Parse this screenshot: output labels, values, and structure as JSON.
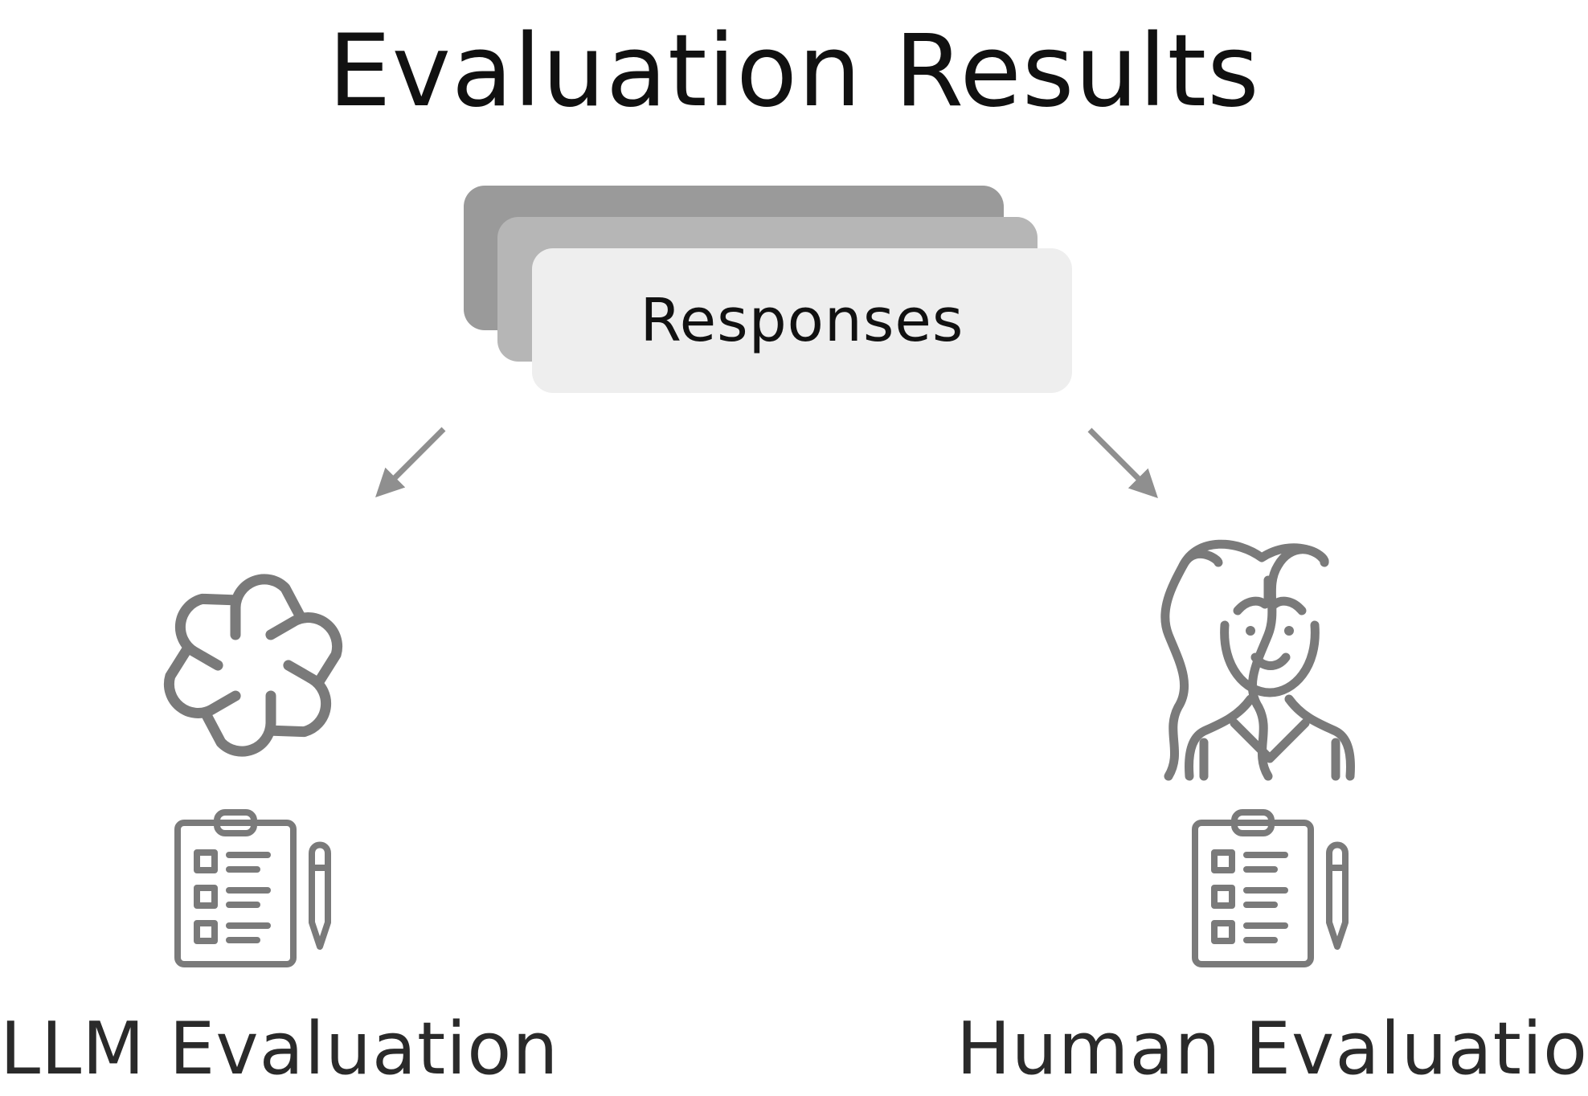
{
  "title": "Evaluation Results",
  "center_box": {
    "label": "Responses"
  },
  "branches": [
    {
      "caption": "LLM Evaluation",
      "agent_icon": "openai-logo-icon",
      "task_icon": "checklist-clipboard-icon"
    },
    {
      "caption": "Human Evaluation",
      "agent_icon": "woman-avatar-icon",
      "task_icon": "checklist-clipboard-icon"
    }
  ],
  "colors": {
    "text": "#111111",
    "icon": "#7a7a7a",
    "arrow": "#8f8f8f",
    "card_back": "#9a9a9a",
    "card_mid": "#b6b6b6",
    "card_front": "#eeeeee"
  }
}
